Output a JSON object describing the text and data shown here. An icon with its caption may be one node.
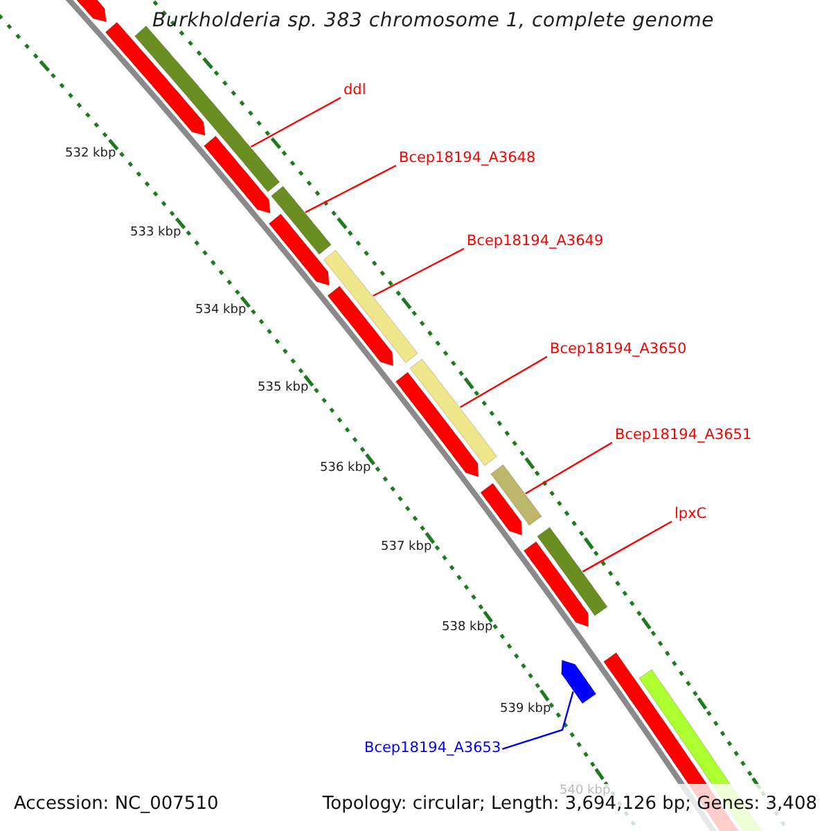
{
  "diagram": {
    "title": "Burkholderia sp. 383 chromosome 1, complete genome",
    "nodes": [
      {
        "text": [
          "ddl"
        ]
      },
      {
        "text": [
          "Bcep18194_A3648"
        ]
      },
      {
        "text": [
          "Bcep18194_A3649"
        ]
      },
      {
        "text": [
          "Bcep18194_A3650"
        ]
      },
      {
        "text": [
          "Bcep18194_A3651"
        ]
      },
      {
        "text": [
          "lpxC"
        ]
      },
      {
        "text": [
          "Bcep18194_A3653"
        ]
      },
      {
        "text": [],
        "shape": "bar"
      },
      {
        "text": [],
        "shape": "bar"
      },
      {
        "text": [],
        "shape": "bar"
      },
      {
        "text": [],
        "shape": "bar"
      },
      {
        "text": [],
        "shape": "bar"
      },
      {
        "text": [],
        "shape": "bar"
      },
      {
        "text": [],
        "shape": "arrow"
      },
      {
        "text": [],
        "shape": "arrow"
      },
      {
        "text": [],
        "shape": "arrow"
      },
      {
        "text": [],
        "shape": "arrow"
      },
      {
        "text": [],
        "shape": "arrow"
      },
      {
        "text": [],
        "shape": "arrow"
      },
      {
        "text": [],
        "shape": "arrow"
      },
      {
        "text": [],
        "shape": "arrow"
      },
      {
        "text": [],
        "shape": "arrow"
      },
      {
        "text": [],
        "shape": "arrow"
      },
      {
        "text": [],
        "shape": "bar"
      }
    ],
    "edges": [
      {
        "from": 0,
        "to": 7,
        "arrow": "none"
      },
      {
        "from": 1,
        "to": 8,
        "arrow": "none"
      },
      {
        "from": 2,
        "to": 9,
        "arrow": "none"
      },
      {
        "from": 3,
        "to": 10,
        "arrow": "none"
      },
      {
        "from": 4,
        "to": 11,
        "arrow": "none"
      },
      {
        "from": 5,
        "to": 12,
        "arrow": "none"
      },
      {
        "from": 6,
        "to": 13,
        "arrow": "none",
        "color": "#0000ff"
      }
    ],
    "labels": [
      "532 kbp",
      "533 kbp",
      "534 kbp",
      "535 kbp",
      "536 kbp",
      "537 kbp",
      "538 kbp",
      "539 kbp",
      "540 kbp",
      "Accession: NC_007510",
      "Topology: circular; Length: 3,694,126 bp; Genes: 3,408"
    ]
  }
}
